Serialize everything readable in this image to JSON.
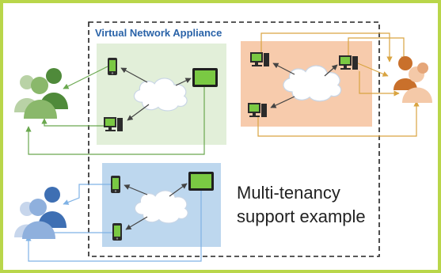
{
  "diagram": {
    "appliance_label": "Virtual Network Appliance",
    "caption_line1": "Multi-tenancy",
    "caption_line2": "support example"
  },
  "colors": {
    "frame_border": "#b9d64a",
    "tenant_green_zone": "#e2efd9",
    "tenant_orange_zone": "#f7cbac",
    "tenant_blue_zone": "#bdd7ee",
    "green_arrow": "#6aa84f",
    "orange_arrow": "#d9a441",
    "blue_arrow": "#7fb2e5",
    "label_blue": "#2a63a8"
  },
  "icons": {
    "users": [
      "user-group-green-icon",
      "user-group-orange-icon",
      "user-group-blue-icon"
    ],
    "devices": [
      "smartphone-icon",
      "tablet-icon",
      "desktop-computer-icon"
    ],
    "network": "cloud-icon"
  }
}
